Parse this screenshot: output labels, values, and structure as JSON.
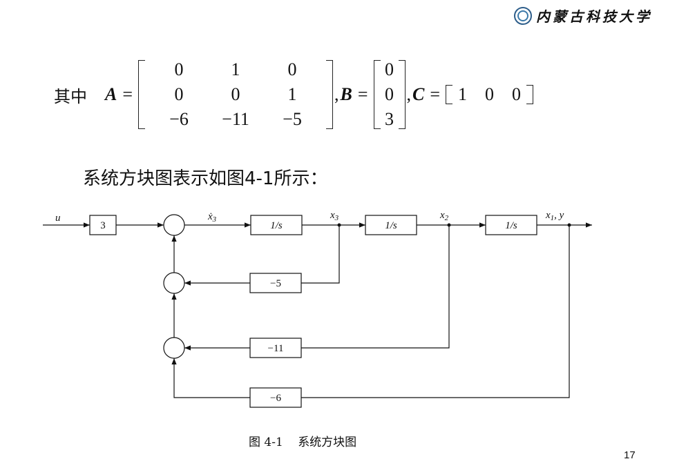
{
  "header": {
    "logo_text": "内蒙古科技大学"
  },
  "equation": {
    "lead": "其中",
    "A_label": "A",
    "B_label": "B",
    "C_label": "C",
    "equals": "=",
    "comma": ",",
    "A": [
      [
        "0",
        "1",
        "0"
      ],
      [
        "0",
        "0",
        "1"
      ],
      [
        "−6",
        "−11",
        "−5"
      ]
    ],
    "B": [
      "0",
      "0",
      "3"
    ],
    "C": [
      "1",
      "0",
      "0"
    ]
  },
  "description": "系统方块图表示如图4-1所示：",
  "diagram": {
    "input_label": "u",
    "gain_block": "3",
    "integrator_1": "1/s",
    "integrator_2": "1/s",
    "integrator_3": "1/s",
    "signal_x3dot": "ẋ",
    "signal_x3dot_sub": "3",
    "signal_x3": "x",
    "signal_x3_sub": "3",
    "signal_x2": "x",
    "signal_x2_sub": "2",
    "signal_x1": "x",
    "signal_x1_sub": "1",
    "signal_y": ", y",
    "feedback_1": "−5",
    "feedback_2": "−11",
    "feedback_3": "−6"
  },
  "caption": {
    "number": "图 4-1",
    "title": "系统方块图"
  },
  "page_number": "17",
  "colors": {
    "logo_blue": "#2d5d8a",
    "ink": "#111111"
  }
}
